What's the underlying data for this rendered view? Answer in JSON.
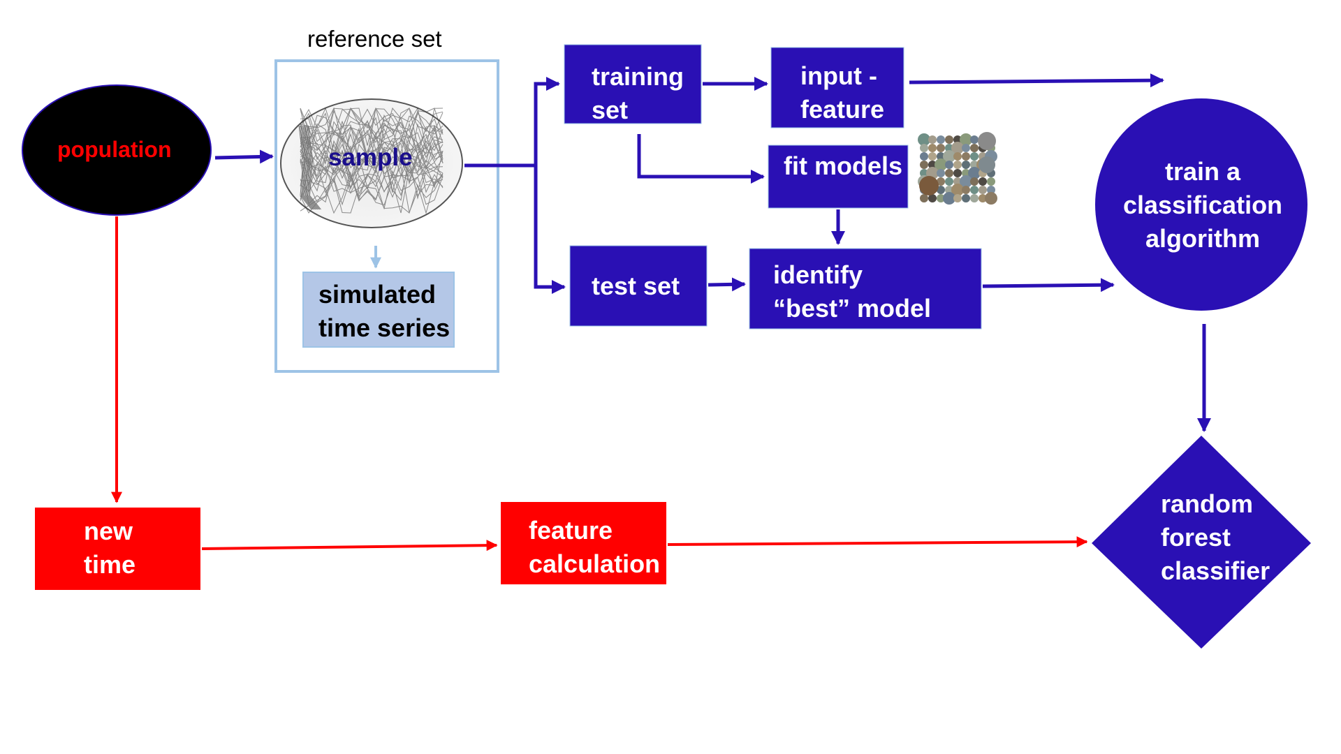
{
  "colors": {
    "navy": "#2a10b4",
    "red": "#ff0000",
    "light_blue_border": "#9dc3e6",
    "light_blue_fill": "#b4c7e7",
    "black": "#000000"
  },
  "reference_set": {
    "title": "reference set"
  },
  "nodes": {
    "population": {
      "label": "population"
    },
    "sample": {
      "label": "sample"
    },
    "simulated": {
      "line1": "simulated",
      "line2": "time series"
    },
    "training_set": {
      "line1": "training",
      "line2": "set"
    },
    "input_feature": {
      "line1": "input -",
      "line2": "feature"
    },
    "fit_models": {
      "label": "fit models"
    },
    "test_set": {
      "label": "test set"
    },
    "identify": {
      "line1": "identify",
      "line2": "“best” model"
    },
    "train_algorithm": {
      "line1": "train a",
      "line2": "classification",
      "line3": "algorithm"
    },
    "random_forest": {
      "line1": "random",
      "line2": "forest",
      "line3": "classifier"
    },
    "new_time": {
      "line1": "new",
      "line2": "time"
    },
    "feature_calc": {
      "line1": "feature",
      "line2": "calculation"
    }
  }
}
